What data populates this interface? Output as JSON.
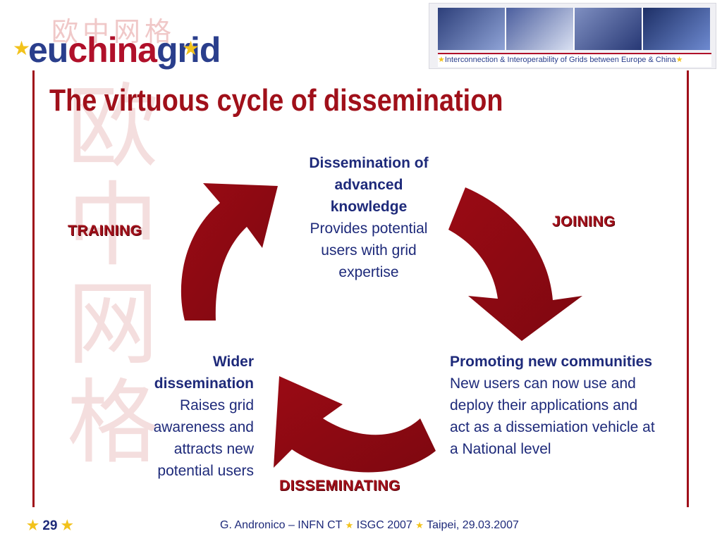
{
  "logo": {
    "chinese": "欧中网格",
    "word_eu": "eu",
    "word_china": "china",
    "word_grid": "grid",
    "star": "★"
  },
  "banner": {
    "tagline": "Interconnection & Interoperability of Grids between Europe & China",
    "star": "★"
  },
  "watermark": [
    "欧",
    "中",
    "网",
    "格"
  ],
  "slide": {
    "title": "The virtuous cycle of dissemination"
  },
  "cycle": {
    "top": {
      "heading": "Dissemination of advanced knowledge",
      "body": "Provides potential users with grid expertise"
    },
    "right": {
      "heading": "Promoting new communities",
      "body": "New users can now use and deploy their applications and act as a dissemiation vehicle at a National level"
    },
    "left": {
      "heading": "Wider dissemination",
      "body": "Raises grid awareness and attracts new potential users"
    },
    "steps": {
      "training": "TRAINING",
      "joining": "JOINING",
      "disseminating": "DISSEMINATING"
    }
  },
  "footer": {
    "page_number": "29",
    "star": "★",
    "author": "G. Andronico – INFN CT",
    "event": "ISGC 2007",
    "place_date": "Taipei, 29.03.2007"
  },
  "colors": {
    "accent_red": "#a0101a",
    "text_blue": "#1e2a7a",
    "star_yellow": "#f2c21b"
  }
}
